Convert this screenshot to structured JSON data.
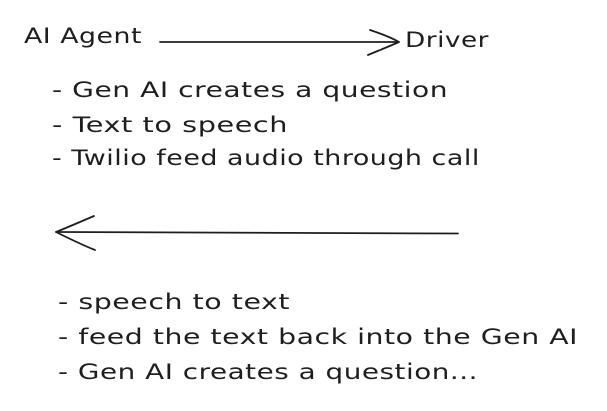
{
  "source_node": {
    "label": "AI Agent"
  },
  "target_node": {
    "label": "Driver"
  },
  "forward_steps": [
    "- Gen AI creates a question",
    "- Text to speech",
    "- Twilio feed audio through call"
  ],
  "return_steps": [
    "- speech to text",
    "- feed the text back into the Gen AI",
    "- Gen AI creates a question..."
  ],
  "colors": {
    "background": "#ffffff",
    "ink": "#1e1e1e"
  }
}
